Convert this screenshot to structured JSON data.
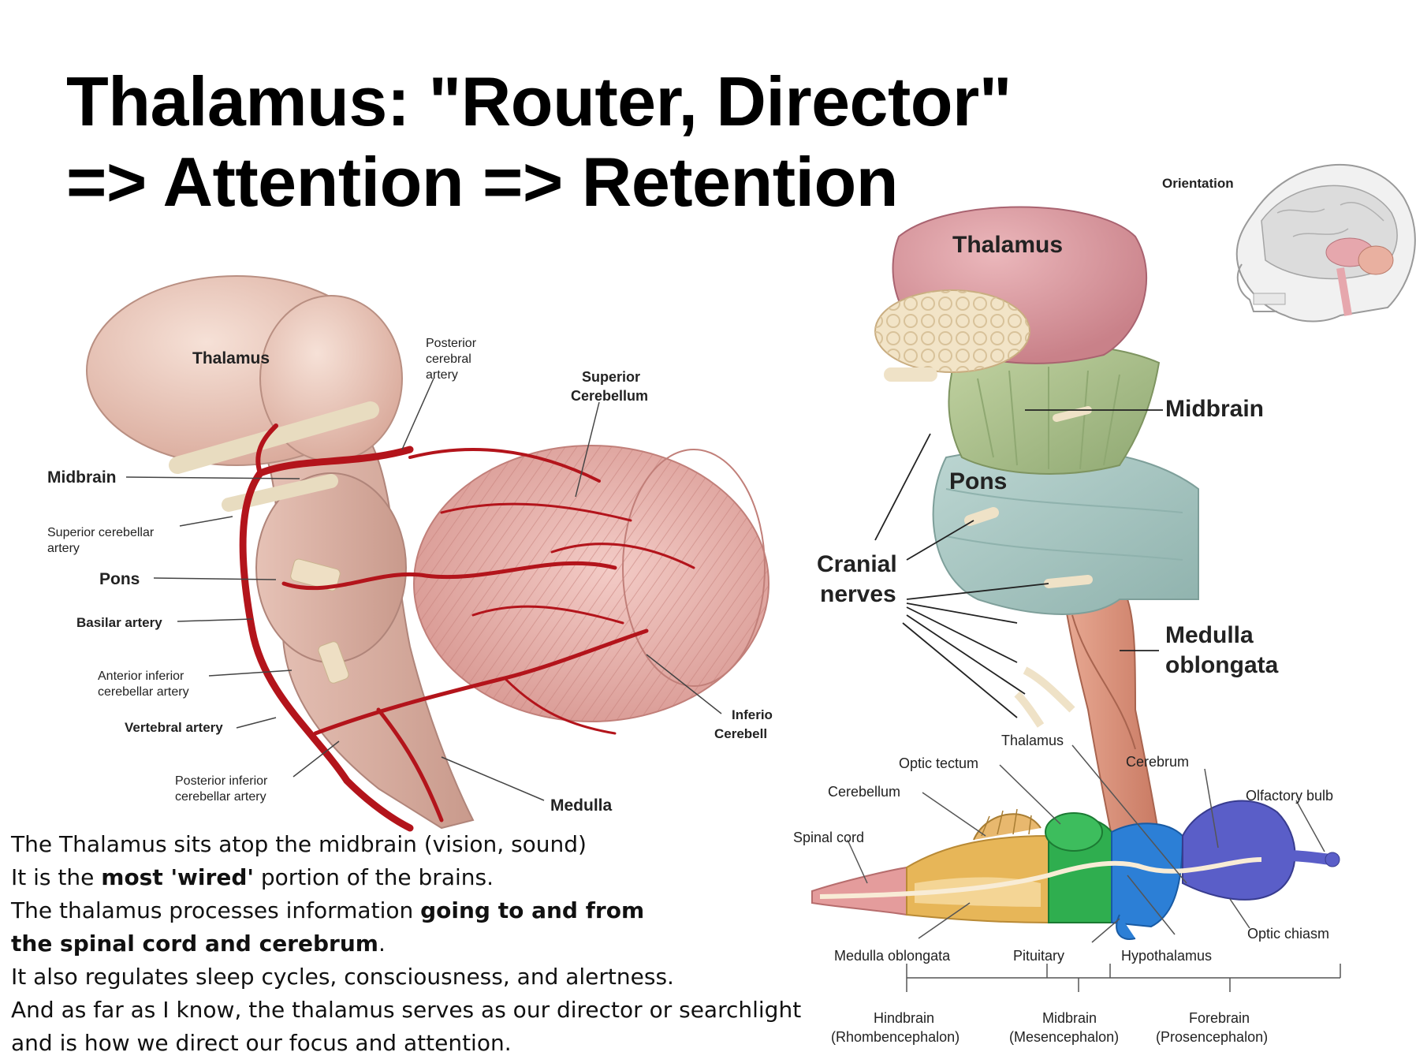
{
  "title": {
    "line1": "Thalamus: \"Router, Director\"",
    "line2": "=> Attention => Retention"
  },
  "left_figure": {
    "labels": {
      "thalamus": "Thalamus",
      "post_cereb_1": "Posterior",
      "post_cereb_2": "cerebral",
      "post_cereb_3": "artery",
      "sup_cereb_1": "Superior",
      "sup_cereb_2": "Cerebellum",
      "midbrain": "Midbrain",
      "sup_cereb_art_1": "Superior cerebellar",
      "sup_cereb_art_2": "artery",
      "pons": "Pons",
      "basilar": "Basilar artery",
      "ant_inf_1": "Anterior inferior",
      "ant_inf_2": "cerebellar artery",
      "vertebral": "Vertebral artery",
      "inf_cereb_1": "Inferio",
      "inf_cereb_2": "Cerebell",
      "post_inf_1": "Posterior inferior",
      "post_inf_2": "cerebellar artery",
      "medulla": "Medulla"
    }
  },
  "right_figure": {
    "labels": {
      "orientation": "Orientation",
      "thalamus": "Thalamus",
      "midbrain": "Midbrain",
      "pons": "Pons",
      "cranial_1": "Cranial",
      "cranial_2": "nerves",
      "medulla_1": "Medulla",
      "medulla_2": "oblongata"
    }
  },
  "bottom_figure": {
    "labels": {
      "thalamus": "Thalamus",
      "optic_tectum": "Optic tectum",
      "cerebrum": "Cerebrum",
      "cerebellum": "Cerebellum",
      "olfactory": "Olfactory bulb",
      "spinal": "Spinal cord",
      "optic_chiasm": "Optic chiasm",
      "medulla_obl": "Medulla oblongata",
      "pituitary": "Pituitary",
      "hypothalamus": "Hypothalamus",
      "hindbrain_1": "Hindbrain",
      "hindbrain_2": "(Rhombencephalon)",
      "midbrain_1": "Midbrain",
      "midbrain_2": "(Mesencephalon)",
      "forebrain_1": "Forebrain",
      "forebrain_2": "(Prosencephalon)"
    }
  },
  "body": {
    "l1": "The Thalamus sits atop the midbrain (vision, sound)",
    "l2a": "It is the ",
    "l2b": "most 'wired'",
    "l2c": " portion of the brains.",
    "l3a": "The thalamus processes information ",
    "l3b": "going to and from",
    "l4a": "the spinal cord and cerebrum",
    "l4b": ".",
    "l5": "It also regulates sleep cycles, consciousness, and alertness.",
    "l6": "And as far as I know, the thalamus serves as our director or searchlight",
    "l7": "and is how we direct our focus and attention."
  },
  "colors": {
    "artery": "#b3141b",
    "thalamus_left": "#e8c3b4",
    "cerebellum": "#e9b3ad",
    "thalamus_right": "#d89aa0",
    "midbrain_right": "#a9bf8c",
    "pons_right": "#a8c6c2",
    "forebrain": "#5a5ec8",
    "diencephalon": "#2c7fd6",
    "tectum": "#2fae4f",
    "hindbrain": "#e7b658",
    "spinal": "#e49c9c"
  }
}
